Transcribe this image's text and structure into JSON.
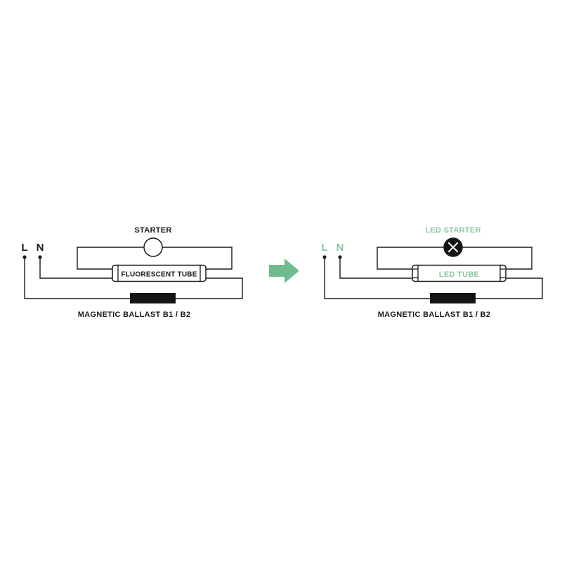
{
  "colors": {
    "line": "#1a1a1a",
    "arrow_green": "#6fbd8d",
    "text_green": "#8ac7a0",
    "ballast_fill": "#141414"
  },
  "left_diagram": {
    "starter_label": "STARTER",
    "live_label": "L",
    "neutral_label": "N",
    "tube_label": "FLUORESCENT TUBE",
    "ballast_label": "MAGNETIC BALLAST B1 / B2"
  },
  "right_diagram": {
    "starter_label": "LED STARTER",
    "live_label": "L",
    "neutral_label": "N",
    "tube_label": "LED TUBE",
    "ballast_label": "MAGNETIC BALLAST B1 / B2"
  }
}
